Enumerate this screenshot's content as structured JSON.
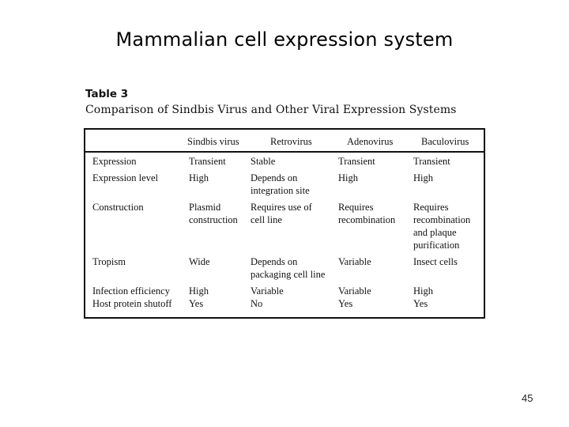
{
  "slide": {
    "title": "Mammalian cell expression system",
    "page_number": "45"
  },
  "table": {
    "label": "Table 3",
    "title": "Comparison of Sindbis Virus and Other Viral Expression Systems",
    "columns": [
      "",
      "Sindbis virus",
      "Retrovirus",
      "Adenovirus",
      "Baculovirus"
    ],
    "rows": [
      {
        "label": "Expression",
        "sindbis": "Transient",
        "retrovirus": "Stable",
        "adenovirus": "Transient",
        "baculovirus": "Transient"
      },
      {
        "label": "Expression level",
        "sindbis": "High",
        "retrovirus": "Depends on\nintegration site",
        "adenovirus": "High",
        "baculovirus": "High"
      },
      {
        "label": "Construction",
        "sindbis": "Plasmid\nconstruction",
        "retrovirus": "Requires use of\ncell line",
        "adenovirus": "Requires\nrecombination",
        "baculovirus": "Requires\nrecombination\nand plaque\npurification"
      },
      {
        "label": "Tropism",
        "sindbis": "Wide",
        "retrovirus": "Depends on\npackaging cell line",
        "adenovirus": "Variable",
        "baculovirus": "Insect cells"
      },
      {
        "label": "Infection efficiency",
        "sindbis": "High",
        "retrovirus": "Variable",
        "adenovirus": "Variable",
        "baculovirus": "High"
      },
      {
        "label": "Host protein shutoff",
        "sindbis": "Yes",
        "retrovirus": "No",
        "adenovirus": "Yes",
        "baculovirus": "Yes"
      }
    ]
  }
}
